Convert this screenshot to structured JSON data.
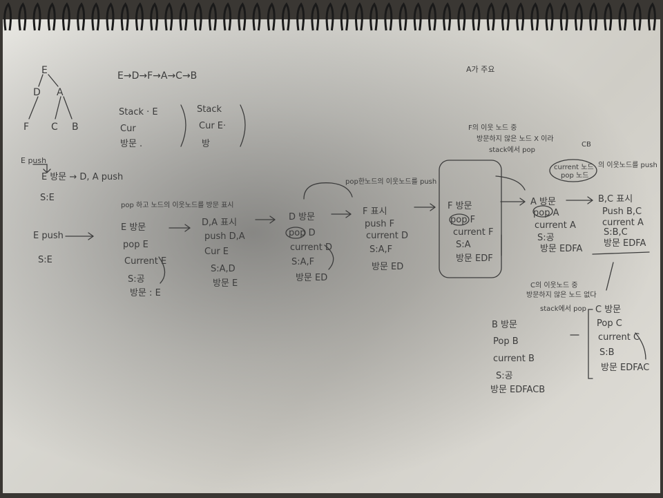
{
  "colors": {
    "ink": "#3c3c3c",
    "paper": "#dcdbd5",
    "background": "#3a3733"
  },
  "tree": {
    "root": "E",
    "left": "D",
    "right": "A",
    "leaf1": "F",
    "leaf2": "C",
    "leaf3": "B"
  },
  "order": "E→D→F→A→C→B",
  "title_note": "A가 주요",
  "stack_box1": {
    "line1": "Stack · E",
    "line2": "Cur",
    "line3": "방문 ."
  },
  "stack_box2": {
    "line1": "Stack",
    "line2": "Cur E·",
    "line3": "방"
  },
  "e_push_label": "E push",
  "visit_line": "E 방문 → D, A push",
  "se_label": "S:E",
  "pop_note": "pop 하고 노드의 이웃노드를 방문 표시",
  "row_start": {
    "a": "E push",
    "b": "S:E"
  },
  "step1": {
    "l1": "E 방문",
    "l2": "pop E",
    "l3": "Current E",
    "l4": "S:공",
    "l5": "방문 : E"
  },
  "step2": {
    "l1": "D,A 표시",
    "l2": "push D,A",
    "l3": "Cur E",
    "l4": "S:A,D",
    "l5": "방문 E"
  },
  "step3": {
    "l1": "D 방문",
    "l2": "pop D",
    "l3": "current D",
    "l4": "S:A,F",
    "l5": "방문 ED"
  },
  "step3_note": "pop한노드의 이웃노드를 push",
  "step4": {
    "l1": "F 표시",
    "l2": "push F",
    "l3": "current D",
    "l4": "S:A,F",
    "l5": "방문 ED"
  },
  "step5_note": {
    "l1": "F의 이웃 노드 중",
    "l2": "방문하지 않은 노드 X 이라",
    "l3": "stack에서 pop"
  },
  "step5": {
    "l1": "F 방문",
    "l2": "pop F",
    "l3": "current F",
    "l4": "S:A",
    "l5": "방문 EDF"
  },
  "step6": {
    "l1": "A 방문",
    "l2": "pop A",
    "l3": "current A",
    "l4": "S:공",
    "l5": "방문 EDFA"
  },
  "step6_note": {
    "l1": "current 노드",
    "l2": "pop 노드",
    "l3": "의 이웃노드를 push",
    "tag": "CB"
  },
  "step7": {
    "l1": "B,C 표시",
    "l2": "Push B,C",
    "l3": "current A",
    "l4": "S:B,C",
    "l5": "방문 EDFA"
  },
  "step8_note": {
    "l1": "C의 이웃노드 중",
    "l2": "방문하지 않은 노드 없다",
    "l3": "stack에서 pop"
  },
  "step8": {
    "l1": "C 방문",
    "l2": "Pop C",
    "l3": "current C",
    "l4": "S:B",
    "l5": "방문 EDFAC"
  },
  "step9": {
    "l1": "B 방문",
    "l2": "Pop B",
    "l3": "current B",
    "l4": "S:공",
    "l5": "방문 EDFACB"
  }
}
